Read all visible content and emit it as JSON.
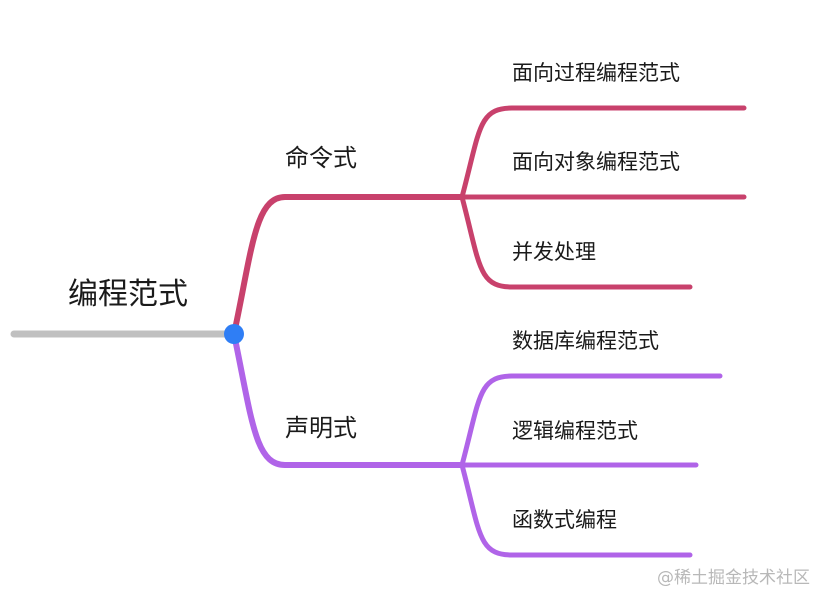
{
  "mindmap": {
    "root": {
      "label": "编程范式"
    },
    "branches": [
      {
        "label": "命令式",
        "color": "#c8416c",
        "children": [
          {
            "label": "面向过程编程范式"
          },
          {
            "label": "面向对象编程范式"
          },
          {
            "label": "并发处理"
          }
        ]
      },
      {
        "label": "声明式",
        "color": "#b064e8",
        "children": [
          {
            "label": "数据库编程范式"
          },
          {
            "label": "逻辑编程范式"
          },
          {
            "label": "函数式编程"
          }
        ]
      }
    ],
    "colors": {
      "root_line": "#c0c0c0",
      "root_node": "#2f7ef5"
    }
  },
  "watermark": "@稀土掘金技术社区"
}
